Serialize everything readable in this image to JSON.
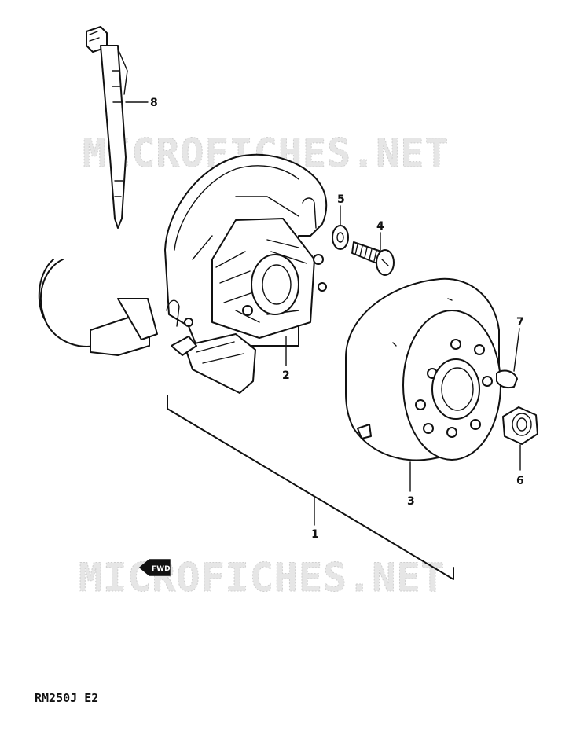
{
  "watermark": "MICROFICHES.NET",
  "parts": [
    {
      "ref": "1"
    },
    {
      "ref": "2"
    },
    {
      "ref": "3"
    },
    {
      "ref": "4"
    },
    {
      "ref": "5"
    },
    {
      "ref": "6"
    },
    {
      "ref": "7"
    },
    {
      "ref": "8"
    }
  ],
  "direction_arrow": "FWD",
  "model_code": "RM250J E2",
  "colors": {
    "ink": "#111111",
    "watermark": "#e6e6e6"
  }
}
